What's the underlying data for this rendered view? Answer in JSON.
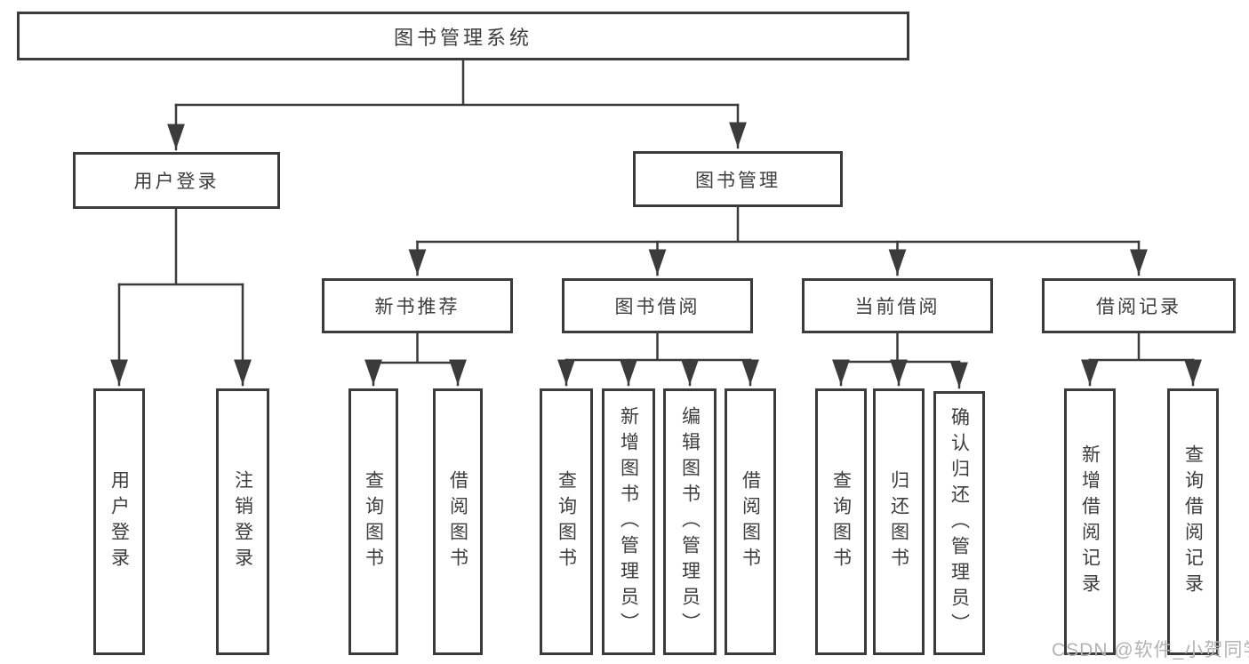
{
  "diagram": {
    "root_label": "图书管理系统",
    "branches": [
      {
        "label": "用户登录",
        "children": [
          "用户登录",
          "注销登录"
        ]
      },
      {
        "label": "图书管理",
        "children_groups": [
          {
            "label": "新书推荐",
            "children": [
              "查询图书",
              "借阅图书"
            ]
          },
          {
            "label": "图书借阅",
            "children": [
              "查询图书",
              "新增图书（管理员）",
              "编辑图书（管理员）",
              "借阅图书"
            ]
          },
          {
            "label": "当前借阅",
            "children": [
              "查询图书",
              "归还图书",
              "确认归还（管理员）"
            ]
          },
          {
            "label": "借阅记录",
            "children": [
              "新增借阅记录",
              "查询借阅记录"
            ]
          }
        ]
      }
    ],
    "watermark": "CSDN @软件_小贺同学",
    "colors": {
      "line": "#3b3b3b",
      "text": "#3d3d3d",
      "watermark": "#b3b3b3",
      "background": "#ffffff"
    }
  }
}
